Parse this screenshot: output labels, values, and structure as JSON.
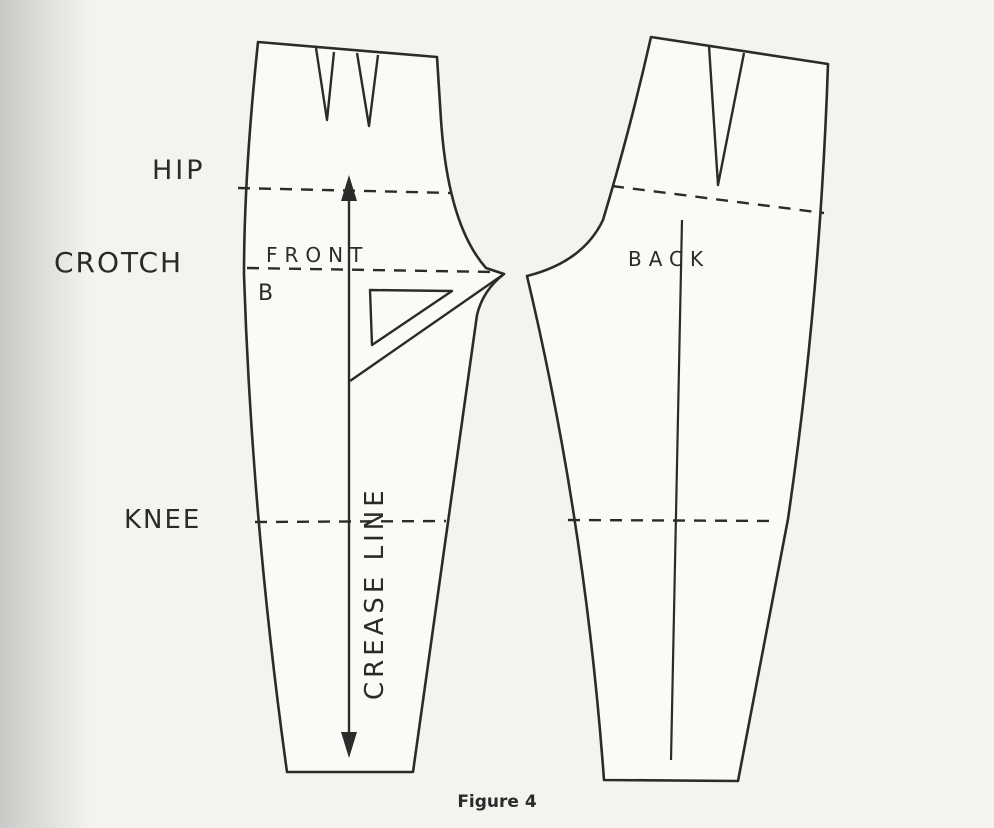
{
  "labels": {
    "hip": "HIP",
    "crotch": "CROTCH",
    "knee": "KNEE",
    "front": "FRONT",
    "back": "BACK",
    "point_b": "B",
    "crease_line": "CREASE LINE"
  },
  "caption": "Figure 4",
  "colors": {
    "ink": "#2b2b2b",
    "paper": "#f4f3ef"
  }
}
